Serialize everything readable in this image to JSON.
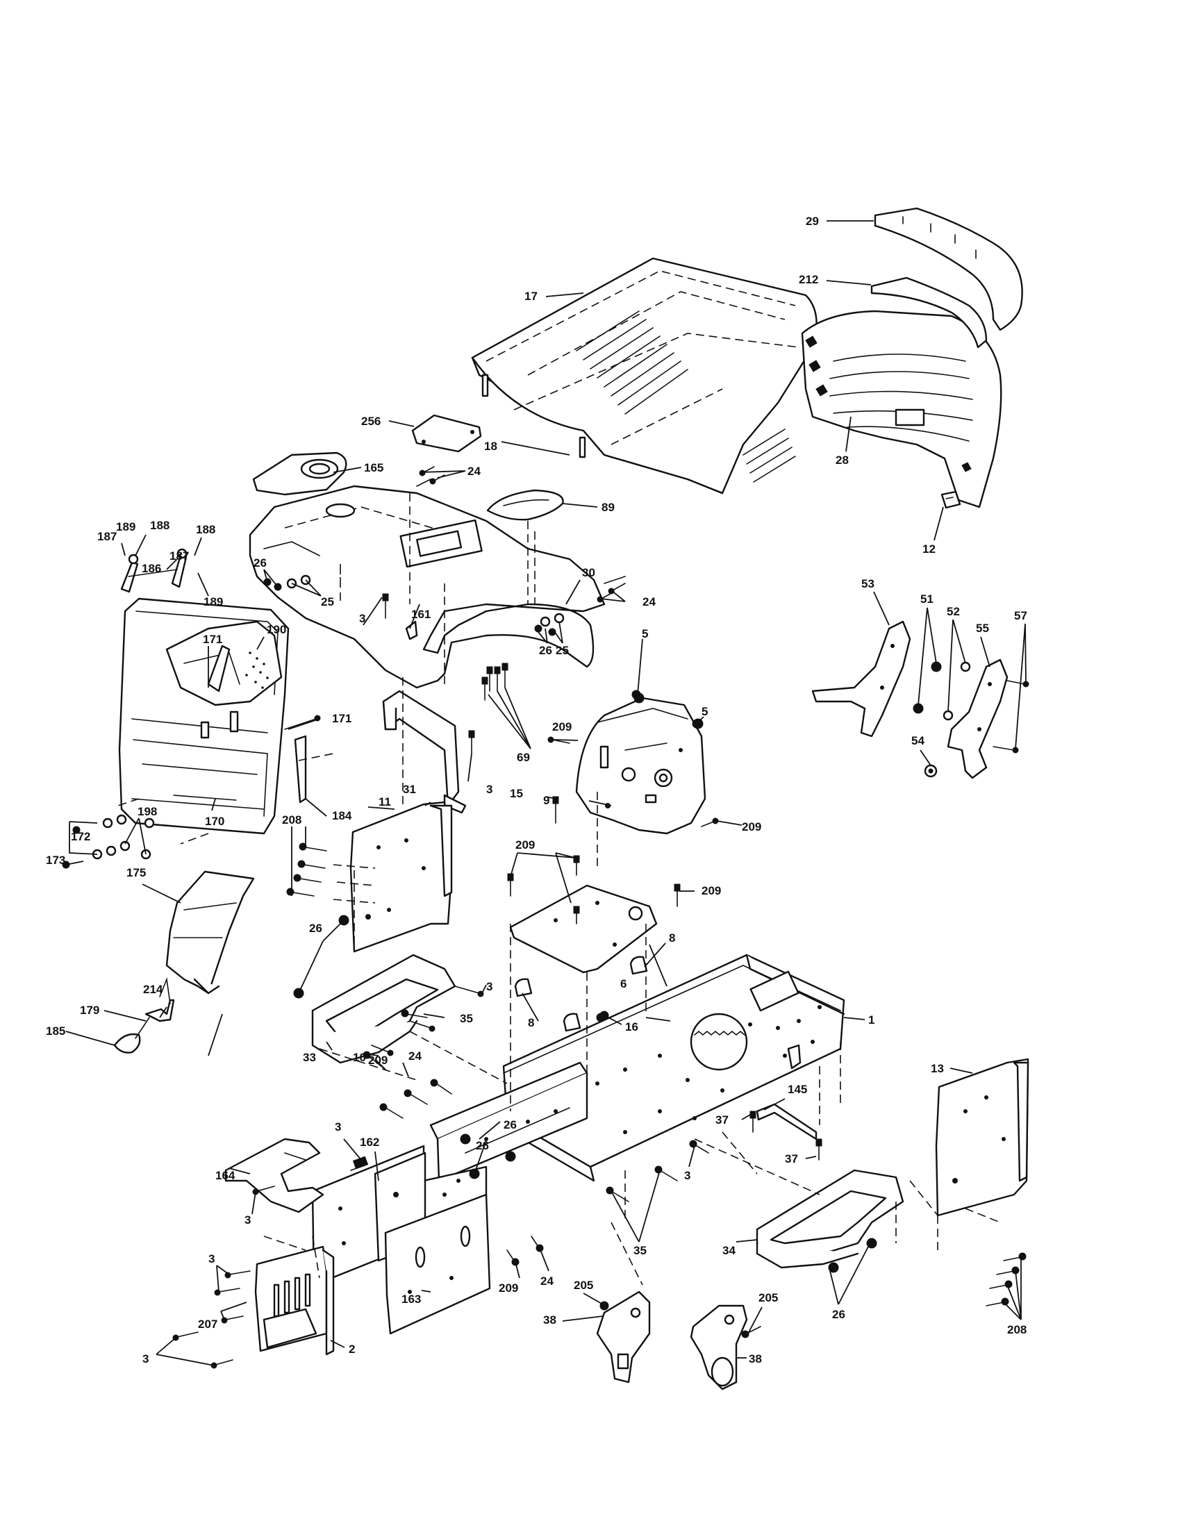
{
  "callouts": {
    "c1": "1",
    "c2": "2",
    "c3": "3",
    "c5": "5",
    "c6": "6",
    "c8": "8",
    "c9": "9",
    "c10": "10",
    "c11": "11",
    "c12": "12",
    "c13": "13",
    "c15": "15",
    "c16": "16",
    "c17": "17",
    "c18": "18",
    "c24": "24",
    "c25": "25",
    "c26": "26",
    "c28": "28",
    "c29": "29",
    "c30": "30",
    "c31": "31",
    "c33": "33",
    "c34": "34",
    "c35": "35",
    "c37": "37",
    "c38": "38",
    "c51": "51",
    "c52": "52",
    "c53": "53",
    "c54": "54",
    "c55": "55",
    "c57": "57",
    "c69": "69",
    "c89": "89",
    "c145": "145",
    "c161": "161",
    "c162": "162",
    "c163": "163",
    "c164": "164",
    "c165": "165",
    "c170": "170",
    "c171": "171",
    "c172": "172",
    "c173": "173",
    "c175": "175",
    "c179": "179",
    "c184": "184",
    "c185": "185",
    "c186": "186",
    "c187": "187",
    "c188": "188",
    "c189": "189",
    "c190": "190",
    "c198": "198",
    "c205": "205",
    "c207": "207",
    "c208": "208",
    "c209": "209",
    "c212": "212",
    "c214": "214",
    "c256": "256"
  }
}
